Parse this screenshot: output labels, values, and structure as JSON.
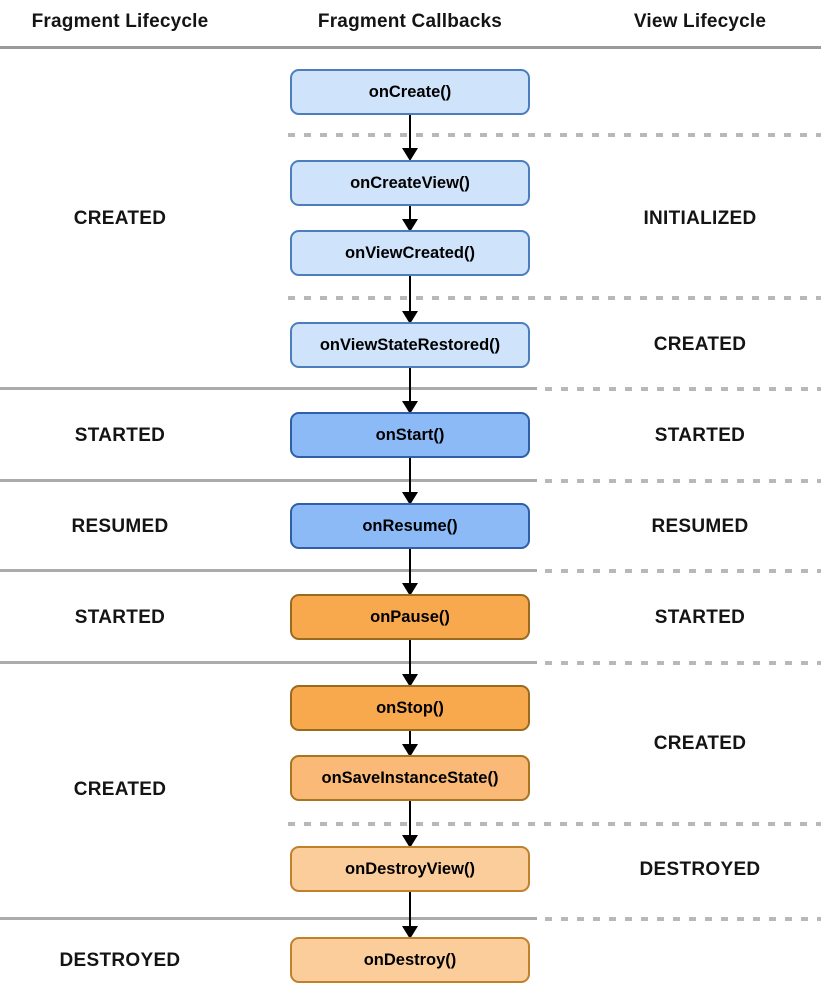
{
  "headers": {
    "fragment_lifecycle": "Fragment Lifecycle",
    "fragment_callbacks": "Fragment Callbacks",
    "view_lifecycle": "View Lifecycle"
  },
  "callbacks": {
    "on_create": "onCreate()",
    "on_create_view": "onCreateView()",
    "on_view_created": "onViewCreated()",
    "on_view_state_restored": "onViewStateRestored()",
    "on_start": "onStart()",
    "on_resume": "onResume()",
    "on_pause": "onPause()",
    "on_stop": "onStop()",
    "on_save_instance_state": "onSaveInstanceState()",
    "on_destroy_view": "onDestroyView()",
    "on_destroy": "onDestroy()"
  },
  "fragment_states": {
    "created_top": "CREATED",
    "started_up": "STARTED",
    "resumed": "RESUMED",
    "started_down": "STARTED",
    "created_bottom": "CREATED",
    "destroyed": "DESTROYED"
  },
  "view_states": {
    "initialized": "INITIALIZED",
    "created_top": "CREATED",
    "started_up": "STARTED",
    "resumed": "RESUMED",
    "started_down": "STARTED",
    "created_bottom": "CREATED",
    "destroyed": "DESTROYED"
  },
  "colors": {
    "blue_light_fill": "#cfe3fb",
    "blue_light_border": "#4c7ebe",
    "blue_fill": "#8cbaf7",
    "blue_border": "#2e5fa8",
    "orange_fill": "#f8a94e",
    "orange_border": "#9c6a1d",
    "orange_mid_fill": "#fab977",
    "orange_mid_border": "#a9751f",
    "orange_light_fill": "#fbcd9b",
    "orange_light_border": "#c0802c",
    "divider_solid": "#ababab",
    "divider_dashed": "#b8b8b8",
    "arrow": "#000000"
  }
}
